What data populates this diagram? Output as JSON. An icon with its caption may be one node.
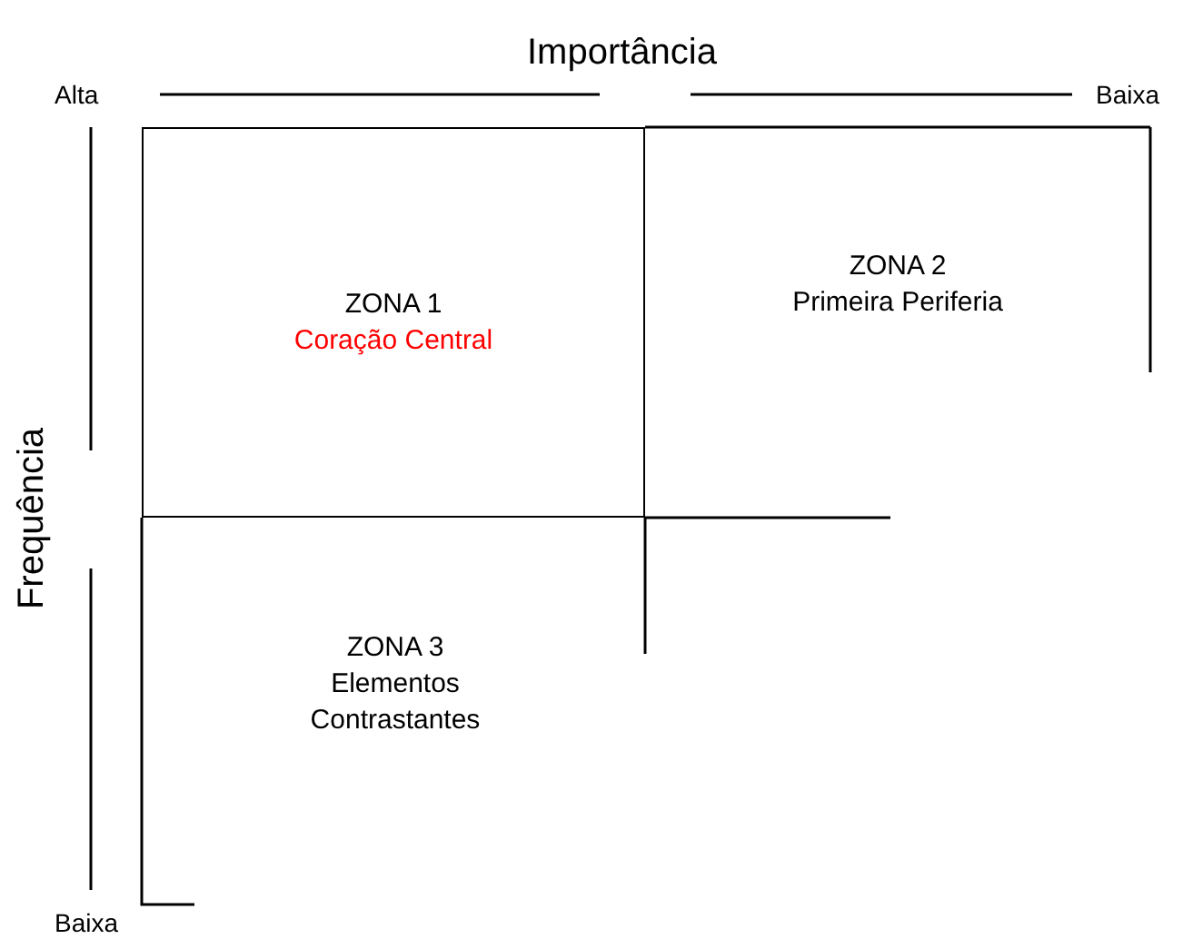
{
  "diagram": {
    "nodes": [
      {
        "text": [
          "ZONA 1",
          "Coração Central"
        ]
      },
      {
        "text": [
          "ZONA 2",
          "Primeira Periferia"
        ]
      },
      {
        "text": [
          "ZONA 3",
          "Elementos Contrastantes"
        ]
      }
    ],
    "labels": [
      "Importância",
      "Alta",
      "Baixa",
      "Frequência",
      "Baixa"
    ]
  }
}
